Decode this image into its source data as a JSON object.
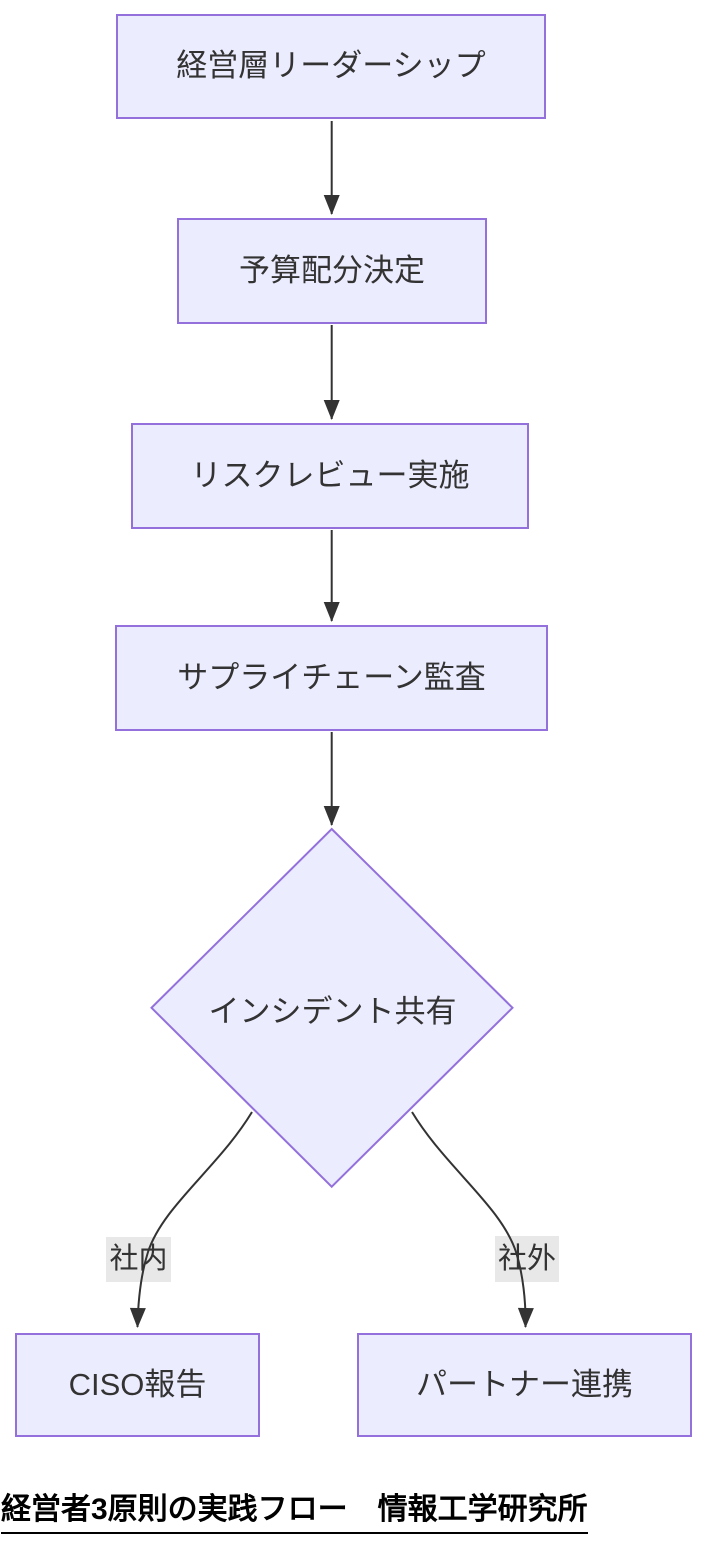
{
  "diagram": {
    "type": "flowchart-top-down",
    "nodes": [
      {
        "id": "A",
        "shape": "rect",
        "label": "経営層リーダーシップ"
      },
      {
        "id": "B",
        "shape": "rect",
        "label": "予算配分決定"
      },
      {
        "id": "C",
        "shape": "rect",
        "label": "リスクレビュー実施"
      },
      {
        "id": "D",
        "shape": "rect",
        "label": "サプライチェーン監査"
      },
      {
        "id": "E",
        "shape": "diamond",
        "label": "インシデント共有"
      },
      {
        "id": "F",
        "shape": "rect",
        "label": "CISO報告"
      },
      {
        "id": "G",
        "shape": "rect",
        "label": "パートナー連携"
      }
    ],
    "edges": [
      {
        "from": "A",
        "to": "B",
        "label": ""
      },
      {
        "from": "B",
        "to": "C",
        "label": ""
      },
      {
        "from": "C",
        "to": "D",
        "label": ""
      },
      {
        "from": "D",
        "to": "E",
        "label": ""
      },
      {
        "from": "E",
        "to": "F",
        "label": "社内"
      },
      {
        "from": "E",
        "to": "G",
        "label": "社外"
      }
    ],
    "caption": "経営者3原則の実践フロー　情報工学研究所",
    "colors": {
      "node_fill": "#ECECFF",
      "node_border": "#9370DB",
      "edge_line": "#333333",
      "edge_label_bg": "#E8E8E8",
      "text": "#333333",
      "caption_text": "#000000",
      "background": "#FFFFFF"
    }
  }
}
